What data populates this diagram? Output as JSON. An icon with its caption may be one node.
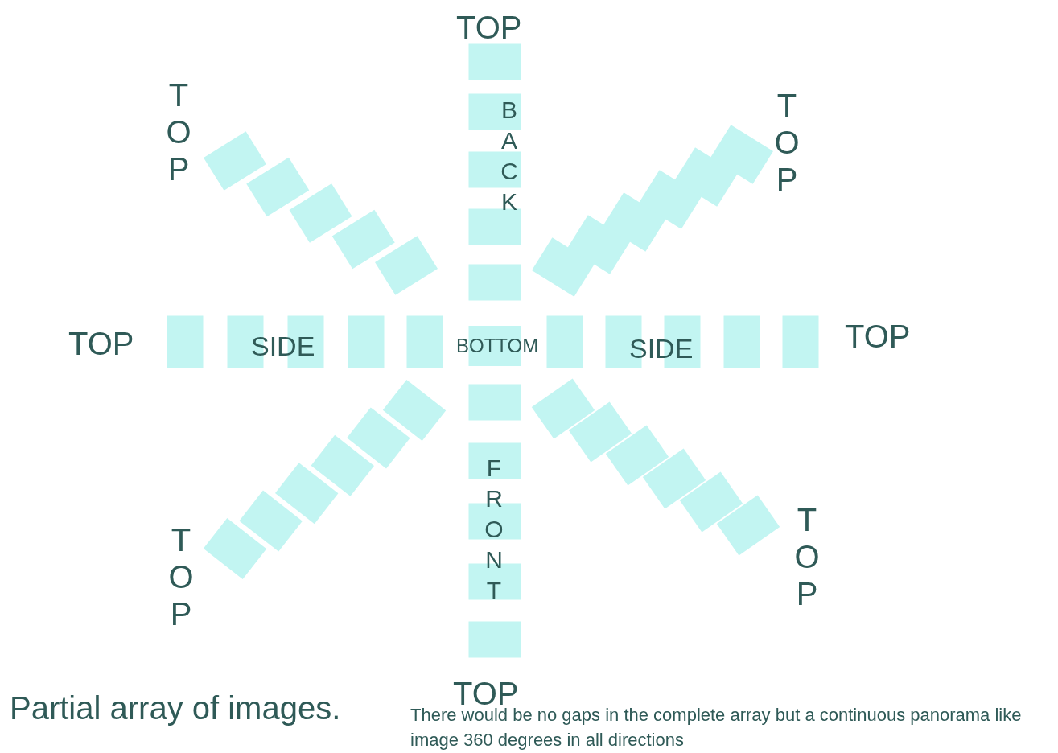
{
  "diagram": {
    "title": "Partial array of images.",
    "caption": "There would be no gaps in the complete array but a continuous panorama like image 360 degrees in all directions",
    "labels": [
      "TOP",
      "TOP",
      "BACK",
      "TOP",
      "TOP",
      "SIDE",
      "BOTTOM",
      "SIDE",
      "TOP",
      "TOP",
      "FRONT",
      "TOP",
      "TOP"
    ]
  }
}
